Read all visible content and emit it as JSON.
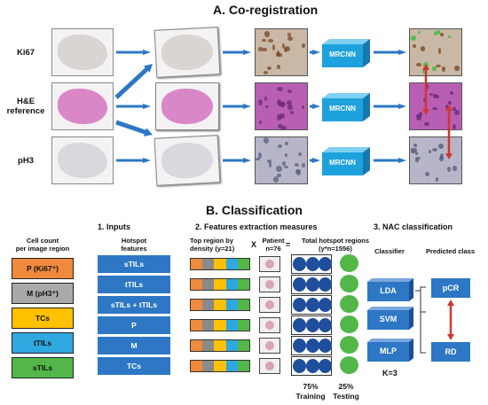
{
  "section_a": {
    "title": "A. Co-registration",
    "rows": [
      {
        "label": "Ki67",
        "stain": "#d6d1cf",
        "tile_bg": "#c9b8a6",
        "nuclei": "#7a4a24"
      },
      {
        "label": "H&E\nreference",
        "stain": "#d77bc3",
        "tile_bg": "#b85fb3",
        "nuclei": "#6a2a78"
      },
      {
        "label": "pH3",
        "stain": "#d7d5dc",
        "tile_bg": "#b7b6c8",
        "nuclei": "#5b5d80"
      }
    ],
    "network_label": "MRCNN",
    "box_color": "#1ea2dd",
    "arrow_color": "#2d77c5",
    "overlay_arrow_color": "#d0362e"
  },
  "section_b": {
    "title": "B. Classification",
    "inputs": {
      "heading": "1. Inputs",
      "cell_count_header": "Cell count\nper image region",
      "hotspot_header": "Hotspot\nfeatures",
      "cell_counts": [
        {
          "label": "P (Ki67⁺)",
          "color": "#f08a3c"
        },
        {
          "label": "M (pH3⁺)",
          "color": "#a9a9a9"
        },
        {
          "label": "TCs",
          "color": "#ffc000"
        },
        {
          "label": "tTILs",
          "color": "#2fa7df"
        },
        {
          "label": "sTILs",
          "color": "#52b748"
        }
      ],
      "hotspot_features": [
        "sTILs",
        "tTILs",
        "sTILs + tTILs",
        "P",
        "M",
        "TCs"
      ]
    },
    "features": {
      "heading": "2. Features extraction measures",
      "top_region_header": "Top region by\ndensity (y=21)",
      "times": "X",
      "patient_header": "Patient\nn=76",
      "equals": "=",
      "total_header": "Total hotspot regions\n(y*n=1556)",
      "strip_colors": [
        "#f08a3c",
        "#8a8a8a",
        "#ffc000",
        "#2fa7df",
        "#52b748"
      ],
      "training_label": "75%\nTraining",
      "testing_label": "25%\nTesting"
    },
    "nac": {
      "heading": "3. NAC classification",
      "classifier_header": "Classifier",
      "predicted_header": "Predicted class",
      "classifiers": [
        "LDA",
        "SVM",
        "MLP"
      ],
      "classes": [
        "pCR",
        "RD"
      ],
      "k_label": "K=3"
    },
    "colors": {
      "blue": "#2d77c5",
      "dark_blue": "#1f4e9c",
      "green": "#52b748",
      "red": "#d0362e"
    }
  }
}
